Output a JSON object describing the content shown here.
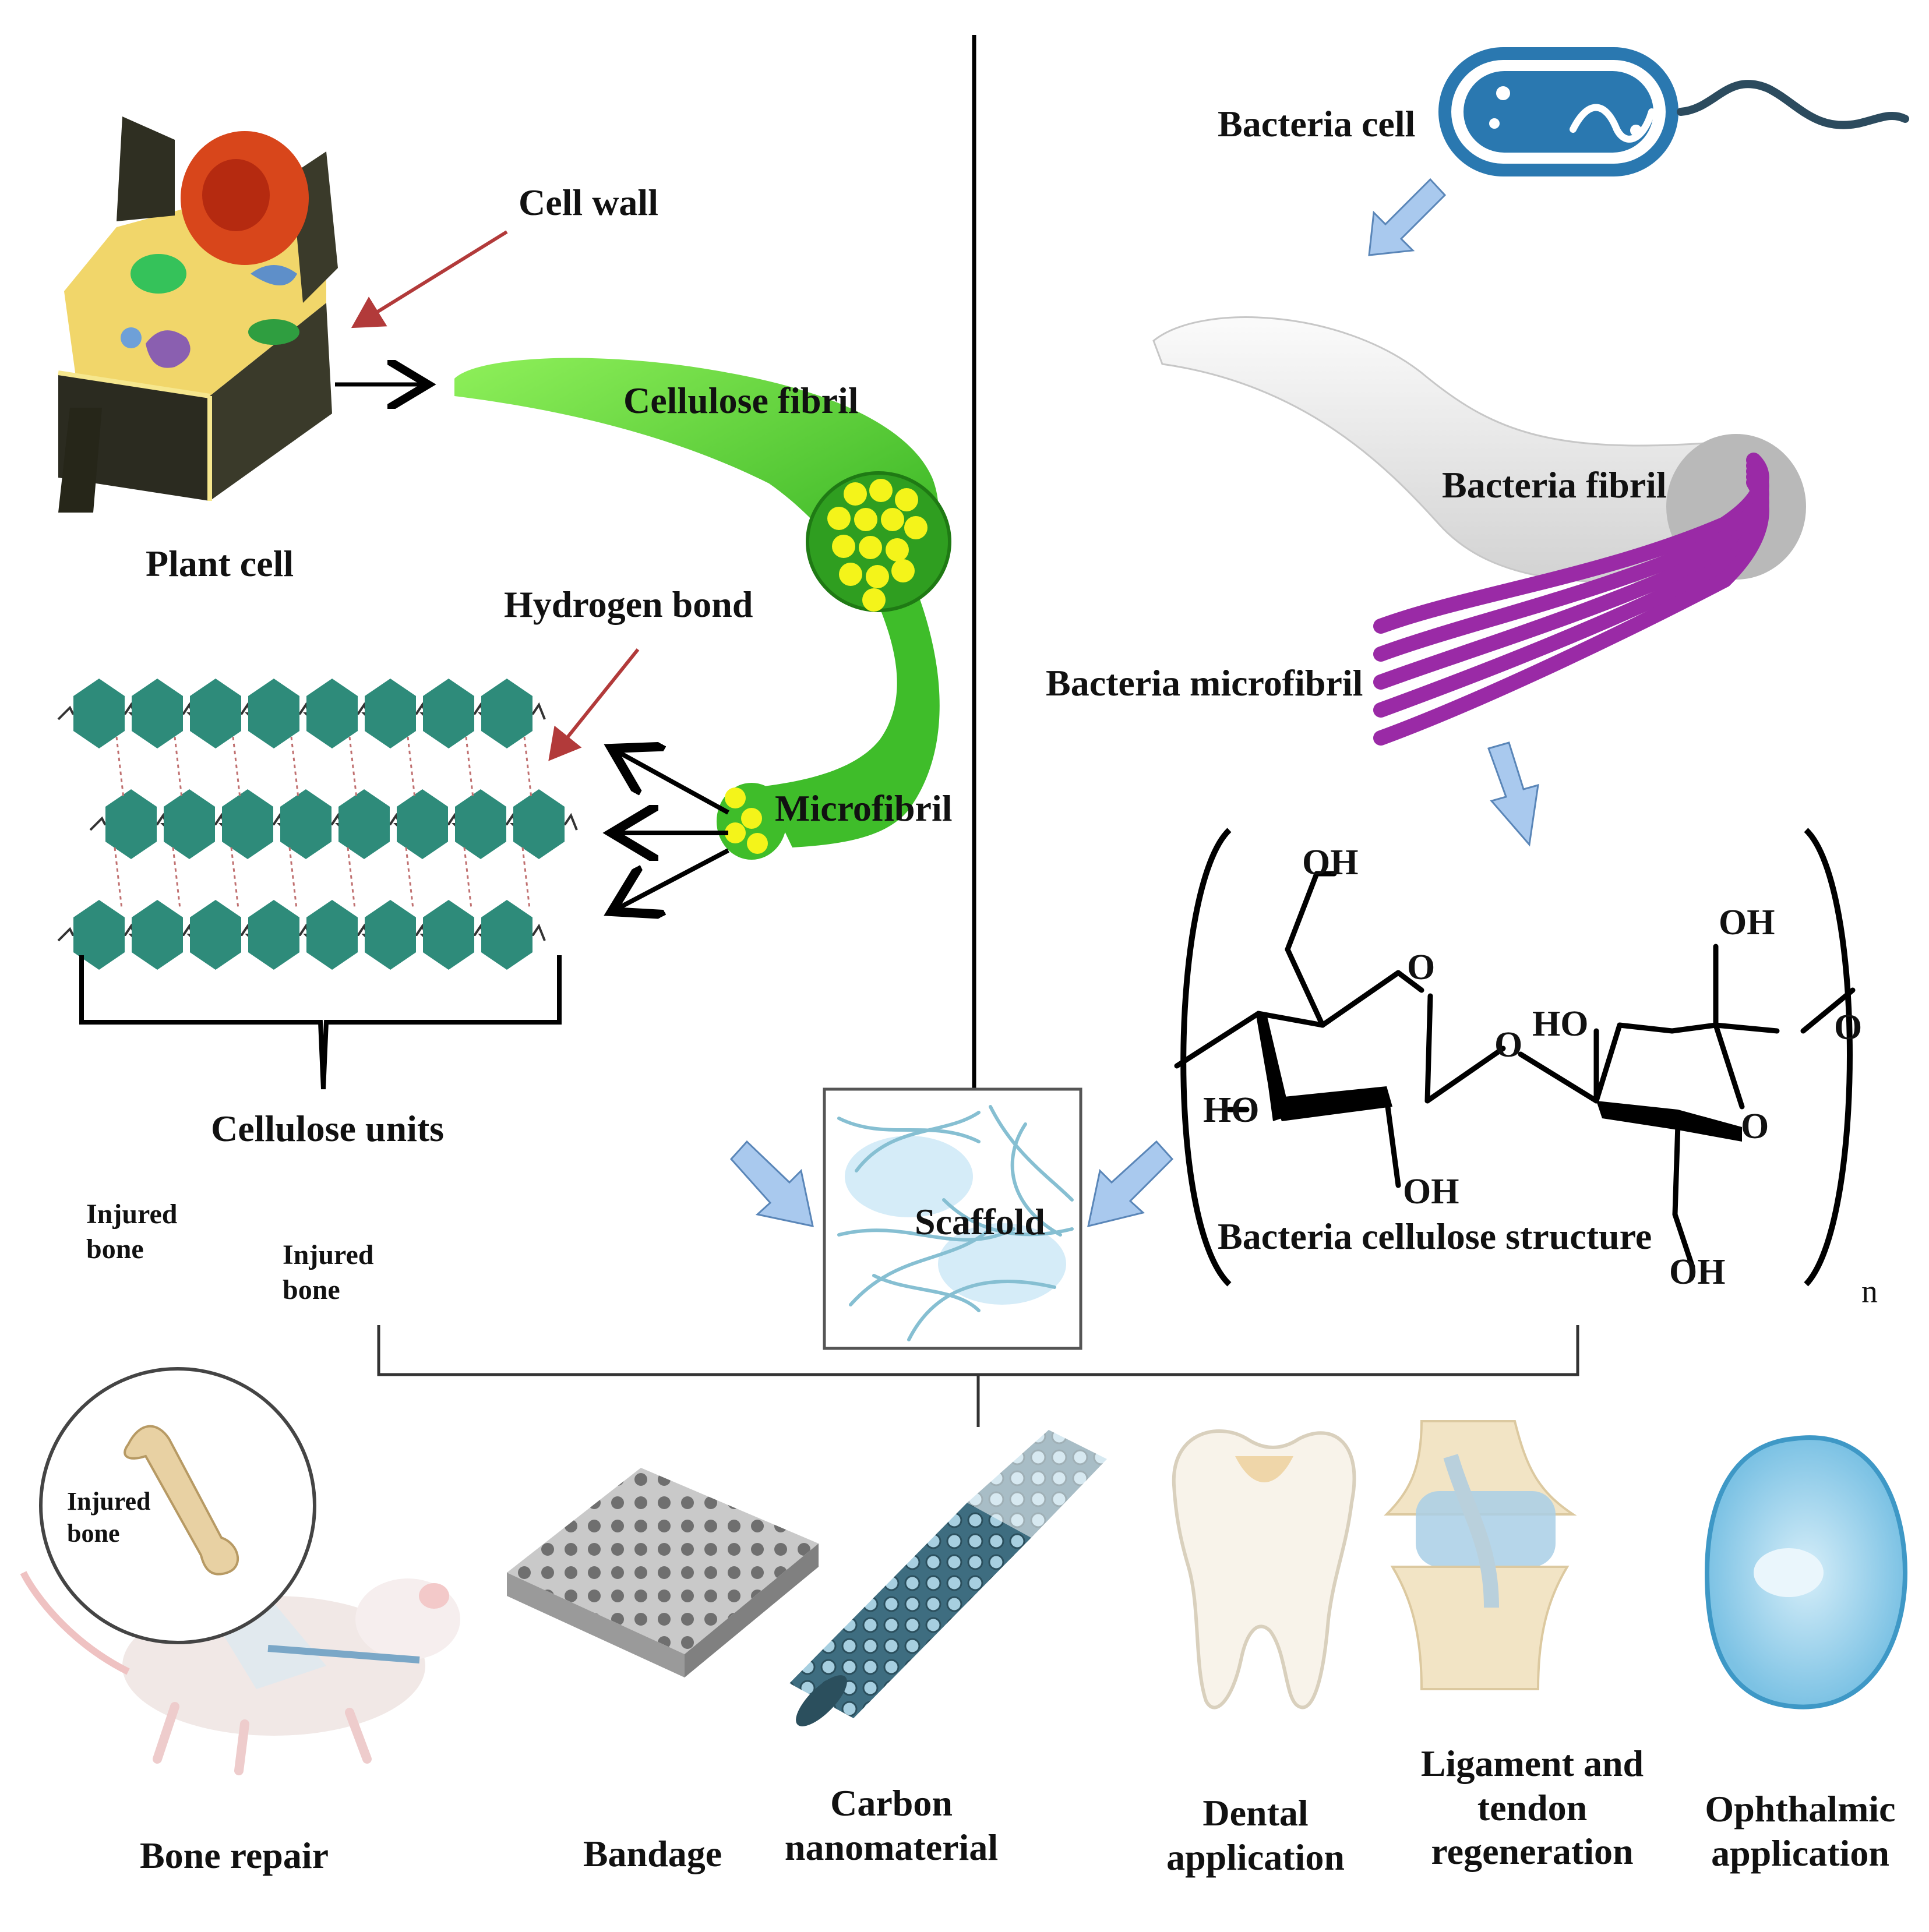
{
  "labels": {
    "cell_wall": "Cell wall",
    "plant_cell": "Plant cell",
    "cellulose_fibril": "Cellulose fibril",
    "hydrogen_bond": "Hydrogen bond",
    "microfibril": "Microfibril",
    "cellulose_units": "Cellulose units",
    "bacteria_cell": "Bacteria cell",
    "bacteria_fibril": "Bacteria fibril",
    "bacteria_microfibril": "Bacteria microfibril",
    "scaffold": "Scaffold",
    "bacteria_cellulose_structure": "Bacteria cellulose structure",
    "injured_bone_1": [
      "Injured",
      "bone"
    ],
    "injured_bone_2": [
      "Injured",
      "bone"
    ],
    "injured_bone_inset": [
      "Injured",
      "bone"
    ]
  },
  "chemistry": {
    "oh_top_left": "OH",
    "oh_top_right": "OH",
    "ho_mid": "HO",
    "ho_left": "HO",
    "oh_bottom_mid": "OH",
    "oh_bottom_right": "OH",
    "ring_o_left": "O",
    "bridge_o": "O",
    "ring_o_right": "O",
    "end_o": "O",
    "repeat_n": "n"
  },
  "applications": [
    {
      "lines": [
        "Bone repair"
      ]
    },
    {
      "lines": [
        "Bandage"
      ]
    },
    {
      "lines": [
        "Carbon",
        "nanomaterial"
      ]
    },
    {
      "lines": [
        "Dental",
        "application"
      ]
    },
    {
      "lines": [
        "Ligament and",
        "tendon",
        "regeneration"
      ]
    },
    {
      "lines": [
        "Ophthalmic",
        "application"
      ]
    }
  ],
  "colors": {
    "fibril_green": "#3fcf2a",
    "fibril_dot": "#f4f41a",
    "cellulose_hex": "#2e8b7a",
    "bacteria_blue": "#2a78b0",
    "microfibril_purple": "#9a2aa6",
    "arrow_light_blue": "#a9c9ee",
    "pointer_red": "#b23a3a"
  }
}
